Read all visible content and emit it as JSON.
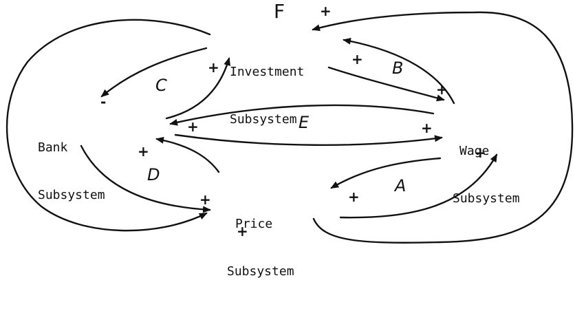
{
  "nodes": {
    "investment": {
      "line1": "Investment",
      "line2": "Subsystem"
    },
    "bank": {
      "line1": "Bank",
      "line2": "Subsystem"
    },
    "wage": {
      "line1": "Wage",
      "line2": "Subsystem"
    },
    "price": {
      "line1": "Price",
      "line2": "Subsystem"
    }
  },
  "loops": {
    "a": "A",
    "b": "B",
    "c": "C",
    "d": "D",
    "e": "E",
    "f": "F"
  },
  "signs": {
    "plus": "+",
    "minus": "-"
  },
  "colors": {
    "ink": "#111111",
    "paper": "#ffffff"
  }
}
